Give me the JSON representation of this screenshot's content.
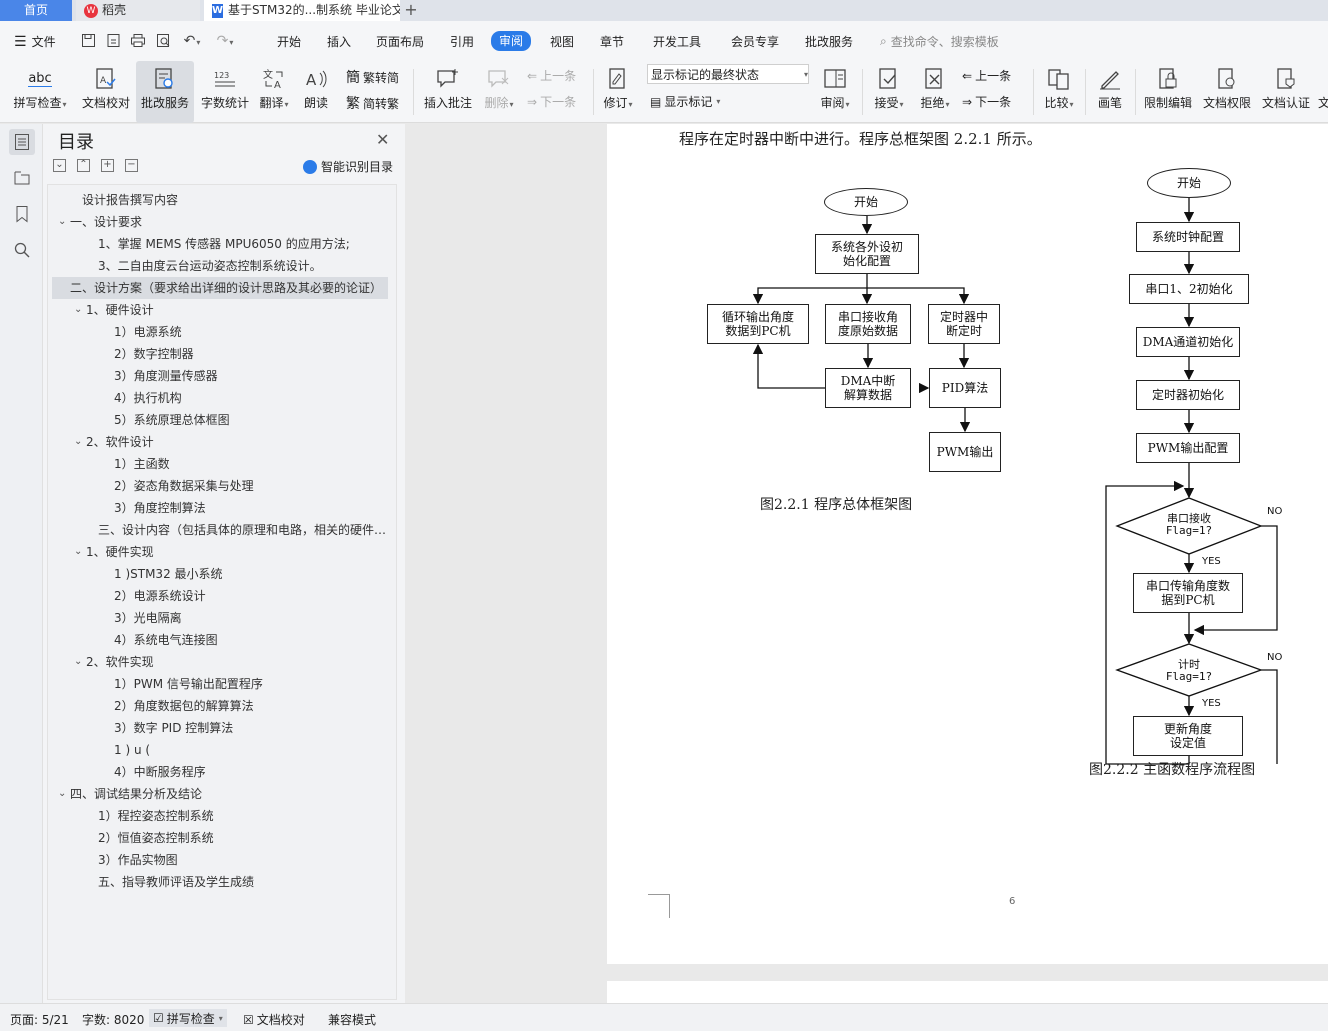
{
  "tabs": {
    "home": "首页",
    "daoke": "稻壳",
    "doc": "基于STM32的...制系统 毕业论文"
  },
  "menu": {
    "file": "文件",
    "items": [
      "开始",
      "插入",
      "页面布局",
      "引用",
      "审阅",
      "视图",
      "章节",
      "开发工具",
      "会员专享",
      "批改服务"
    ],
    "active": "审阅",
    "search_placeholder": "查找命令、搜索模板"
  },
  "ribbon": {
    "spell": "拼写检查",
    "proof": "文档校对",
    "review_service": "批改服务",
    "wordcount": "字数统计",
    "translate": "翻译",
    "read": "朗读",
    "t2s": "繁转简",
    "s2t": "简转繁",
    "insert_comment": "插入批注",
    "delete": "删除",
    "prev": "上一条",
    "next": "下一条",
    "revise": "修订",
    "markup_state": "显示标记的最终状态",
    "show_markup": "显示标记",
    "review": "审阅",
    "accept": "接受",
    "reject": "拒绝",
    "prev2": "上一条",
    "next2": "下一条",
    "compare": "比较",
    "pen": "画笔",
    "restrict": "限制编辑",
    "perm": "文档权限",
    "certify": "文档认证",
    "more": "文"
  },
  "toc": {
    "title": "目录",
    "smart": "智能识别目录",
    "items": [
      "设计报告撰写内容",
      "一、设计要求",
      "1、掌握 MEMS 传感器 MPU6050 的应用方法;",
      "3、二自由度云台运动姿态控制系统设计。",
      "二、设计方案（要求给出详细的设计思路及其必要的论证）",
      "1、硬件设计",
      "1）电源系统",
      "2）数字控制器",
      "3）角度测量传感器",
      "4）执行机构",
      "5）系统原理总体框图",
      "2、软件设计",
      "1）主函数",
      "2）姿态角数据采集与处理",
      "3）角度控制算法",
      "三、设计内容（包括具体的原理和电路，相关的硬件连接图）",
      "1、硬件实现",
      "1 )STM32 最小系统",
      "2）电源系统设计",
      "3）光电隔离",
      "4）系统电气连接图",
      "2、软件实现",
      "1）PWM 信号输出配置程序",
      "2）角度数据包的解算算法",
      "3）数字 PID 控制算法",
      "1 )         u (",
      "4）中断服务程序",
      "四、调试结果分析及结论",
      "1）程控姿态控制系统",
      "2）恒值姿态控制系统",
      "3）作品实物图",
      "五、指导教师评语及学生成绩"
    ]
  },
  "doc": {
    "intro": "程序在定时器中断中进行。程序总框架图 2.2.1 所示。",
    "fig1": {
      "start": "开始",
      "init": "系统各外设初始化配置",
      "loop": "循环输出角度数据到PC机",
      "uart": "串口接收角度原始数据",
      "timer": "定时器中断定时",
      "dma": "DMA中断解算数据",
      "pid": "PID算法",
      "pwm": "PWM输出",
      "caption": "图2.2.1    程序总体框架图"
    },
    "fig2": {
      "start": "开始",
      "clock": "系统时钟配置",
      "uart_init": "串口1、2初始化",
      "dma_init": "DMA通道初始化",
      "timer_init": "定时器初始化",
      "pwm_cfg": "PWM输出配置",
      "d1_line1": "串口接收",
      "d1_line2": "Flag=1?",
      "no1": "NO",
      "yes1": "YES",
      "send": "串口传输角度数据到PC机",
      "d2_line1": "计时",
      "d2_line2": "Flag=1?",
      "no2": "NO",
      "yes2": "YES",
      "update": "更新角度设定值",
      "caption": "图2.2.2    主函数程序流程图"
    },
    "page_number": "6"
  },
  "status": {
    "page": "页面: 5/21",
    "words": "字数: 8020",
    "spell": "拼写检查",
    "proof": "文档校对",
    "compat": "兼容模式"
  }
}
